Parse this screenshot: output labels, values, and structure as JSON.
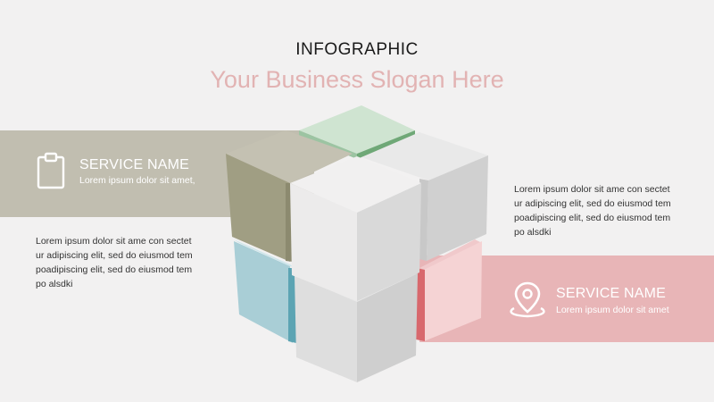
{
  "header": {
    "title": "INFOGRAPHIC",
    "slogan": "Your Business Slogan Here"
  },
  "left_card": {
    "icon": "clipboard-icon",
    "service_name": "SERVICE NAME",
    "description": "Lorem ipsum dolor sit amet,"
  },
  "right_card": {
    "icon": "location-pin-icon",
    "service_name": "SERVICE NAME",
    "description": "Lorem ipsum dolor sit amet"
  },
  "left_paragraph": {
    "lines": [
      "Lorem ipsum dolor sit ame con sectet",
      "ur adipiscing elit, sed do eiusmod tem",
      "poadipiscing elit, sed do eiusmod tem",
      "po alsdki"
    ]
  },
  "right_paragraph": {
    "lines": [
      "Lorem ipsum dolor sit ame con sectet",
      "ur adipiscing elit, sed do eiusmod tem",
      "poadipiscing elit, sed do eiusmod tem",
      "po alsdki"
    ]
  },
  "colors": {
    "taupe": "#c1beb0",
    "pink": "#e8b5b7",
    "green": "#cde3cf",
    "blue": "#a9ced6",
    "background": "#f2f1f1"
  }
}
